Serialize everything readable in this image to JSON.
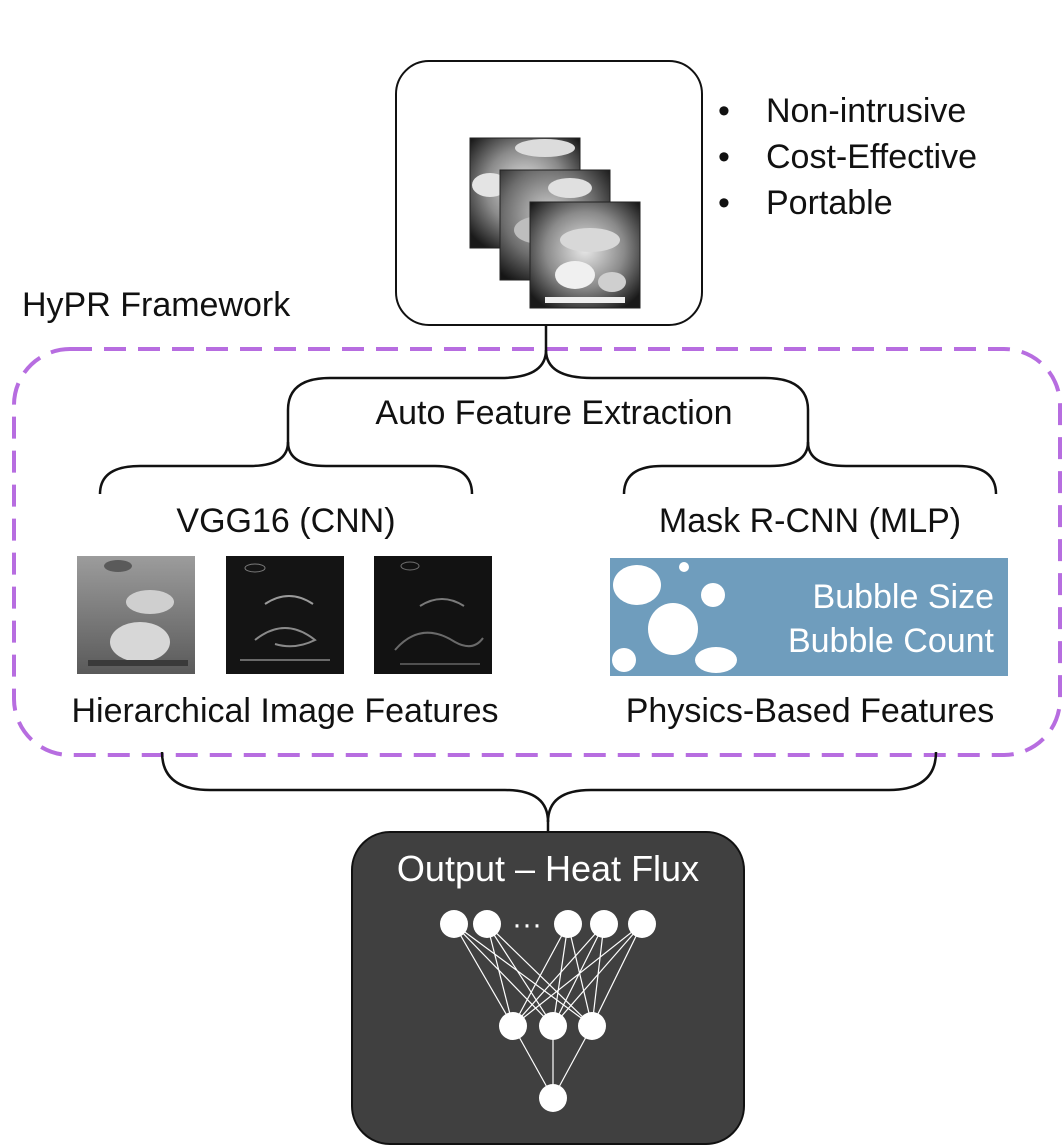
{
  "input_box": {
    "title": "Input – Image"
  },
  "bullets": [
    "Non-intrusive",
    "Cost-Effective",
    "Portable"
  ],
  "framework_label": "HyPR Framework",
  "auto_feature_label": "Auto Feature Extraction",
  "left_branch": {
    "title": "VGG16 (CNN)",
    "caption": "Hierarchical Image Features"
  },
  "right_branch": {
    "title": "Mask R-CNN (MLP)",
    "caption": "Physics-Based Features",
    "panel_lines": [
      "Bubble Size",
      "Bubble Count"
    ]
  },
  "output_box": {
    "title": "Output – Heat Flux",
    "ellipsis": "···"
  },
  "colors": {
    "box_fill": "#404040",
    "framework_border": "#b76de0",
    "bubble_panel": "#6f9dbd"
  }
}
